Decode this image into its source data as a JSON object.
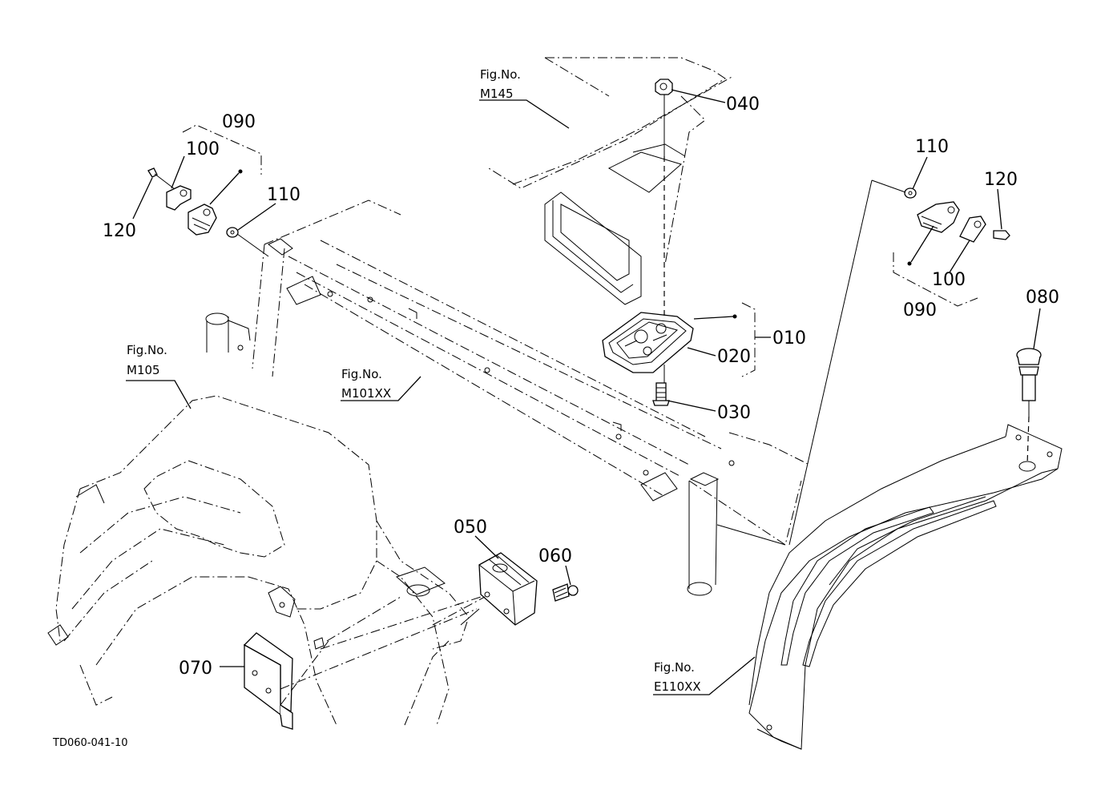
{
  "drawing_code": "TD060-041-10",
  "fig_refs": {
    "m145": {
      "line1": "Fig.No.",
      "line2": "M145"
    },
    "m105": {
      "line1": "Fig.No.",
      "line2": "M105"
    },
    "m101xx": {
      "line1": "Fig.No.",
      "line2": "M101XX"
    },
    "e110xx": {
      "line1": "Fig.No.",
      "line2": "E110XX"
    }
  },
  "callouts": {
    "p010": "010",
    "p020": "020",
    "p030": "030",
    "p040": "040",
    "p050": "050",
    "p060": "060",
    "p070": "070",
    "p080": "080",
    "left_090": "090",
    "left_100": "100",
    "left_110": "110",
    "left_120": "120",
    "right_090": "090",
    "right_100": "100",
    "right_110": "110",
    "right_120": "120"
  }
}
